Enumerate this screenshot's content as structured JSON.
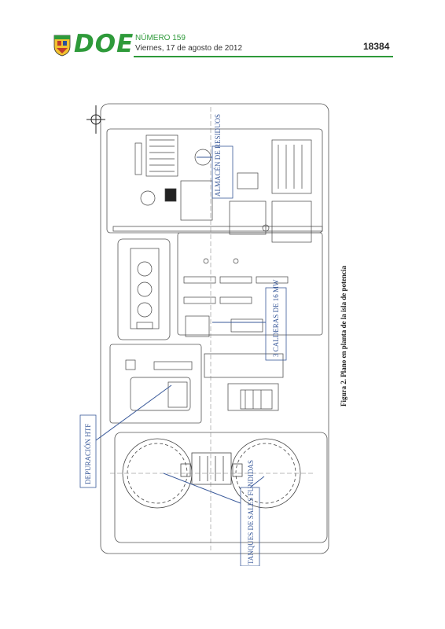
{
  "header": {
    "logo_text": "DOE",
    "issue": "NÚMERO 159",
    "date": "Viernes, 17 de agosto de 2012",
    "page_number": "18384"
  },
  "plan": {
    "labels": {
      "almacen": "ALMACÉN DE RESIDUOS",
      "calderas": "3 CALDERAS DE 16 MW",
      "depuracion": "DEPURACIÓN HTF",
      "tanques": "TANQUES DE SALES FUNDIDAS"
    }
  },
  "caption": "Figura 2. Plano en planta de la isla de potencia",
  "colors": {
    "brand_green": "#2e9a3a",
    "label_blue": "#3a5a9a"
  }
}
